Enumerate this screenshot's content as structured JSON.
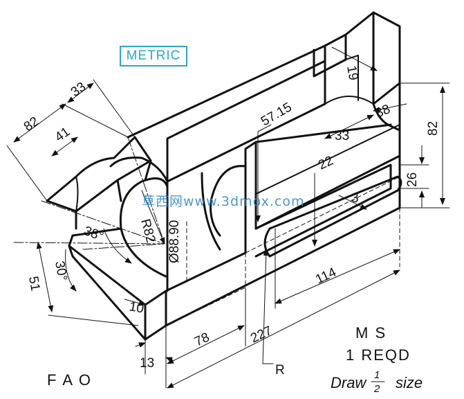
{
  "labels": {
    "metric": "METRIC",
    "fao": "F A O",
    "material": "M S",
    "quantity": "1 REQD",
    "scale_prefix": "Draw",
    "scale_num": "1",
    "scale_den": "2",
    "scale_suffix": "size",
    "watermark": "草西网www.3dmox.com"
  },
  "dimensions": {
    "d82_top": "82",
    "d33": "33",
    "d41": "41",
    "d19": "19",
    "d57_15": "57.15",
    "d38_right": "38",
    "d33_mid": "33",
    "d82_right": "82",
    "d22": "22",
    "d26": "26",
    "d3": "3",
    "r82": "R82",
    "a38": "38°",
    "a30": "30°",
    "dia": "Ø88.90",
    "d51": "51",
    "d10": "10",
    "d13": "13",
    "d78": "78",
    "d227": "227",
    "d114": "114",
    "r": "R"
  }
}
